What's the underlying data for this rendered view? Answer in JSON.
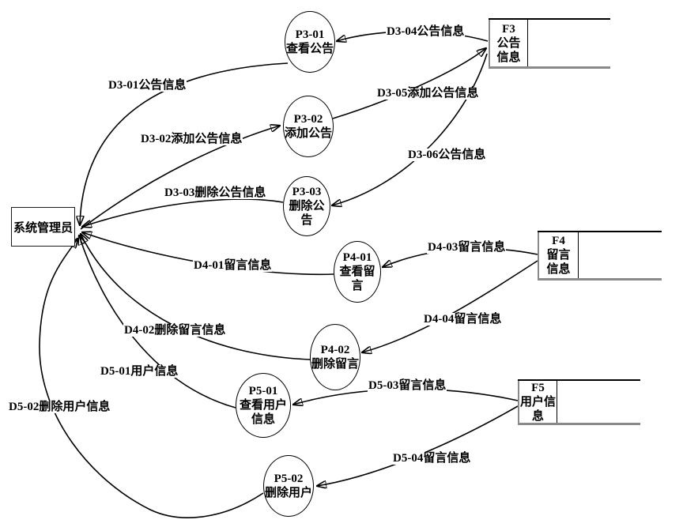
{
  "diagram": {
    "type": "data-flow-diagram",
    "entity": {
      "label": "系统管理员"
    },
    "processes": [
      {
        "id": "P3-01",
        "name": "查看公告"
      },
      {
        "id": "P3-02",
        "name": "添加公告"
      },
      {
        "id": "P3-03",
        "name": "删除公告"
      },
      {
        "id": "P4-01",
        "name": "查看留言"
      },
      {
        "id": "P4-02",
        "name": "删除留言"
      },
      {
        "id": "P5-01",
        "name": "查看用户信息"
      },
      {
        "id": "P5-02",
        "name": "删除用户"
      }
    ],
    "stores": [
      {
        "id": "F3",
        "name": "公告信息",
        "name_lines": [
          "公告",
          "信息"
        ]
      },
      {
        "id": "F4",
        "name": "留言信息",
        "name_lines": [
          "留言",
          "信息"
        ]
      },
      {
        "id": "F5",
        "name": "用户信息",
        "name_lines": [
          "用户信",
          "息"
        ]
      }
    ],
    "flows": [
      {
        "id": "D3-01",
        "label": "D3-01公告信息",
        "from": "P3-01 查看公告",
        "to": "系统管理员"
      },
      {
        "id": "D3-02",
        "label": "D3-02添加公告信息",
        "from": "系统管理员",
        "to": "P3-02 添加公告"
      },
      {
        "id": "D3-03",
        "label": "D3-03删除公告信息",
        "from": "P3-03 删除公告",
        "to": "系统管理员"
      },
      {
        "id": "D3-04",
        "label": "D3-04公告信息",
        "from": "F3 公告信息",
        "to": "P3-01 查看公告"
      },
      {
        "id": "D3-05",
        "label": "D3-05添加公告信息",
        "from": "P3-02 添加公告",
        "to": "F3 公告信息"
      },
      {
        "id": "D3-06",
        "label": "D3-06公告信息",
        "from": "F3 公告信息",
        "to": "P3-03 删除公告"
      },
      {
        "id": "D4-01",
        "label": "D4-01留言信息",
        "from": "P4-01 查看留言",
        "to": "系统管理员"
      },
      {
        "id": "D4-02",
        "label": "D4-02删除留言信息",
        "from": "P4-02 删除留言",
        "to": "系统管理员"
      },
      {
        "id": "D4-03",
        "label": "D4-03留言信息",
        "from": "F4 留言信息",
        "to": "P4-01 查看留言"
      },
      {
        "id": "D4-04",
        "label": "D4-04留言信息",
        "from": "F4 留言信息",
        "to": "P4-02 删除留言"
      },
      {
        "id": "D5-01",
        "label": "D5-01用户信息",
        "from": "P5-01 查看用户信息",
        "to": "系统管理员"
      },
      {
        "id": "D5-02",
        "label": "D5-02删除用户信息",
        "from": "P5-02 删除用户",
        "to": "系统管理员"
      },
      {
        "id": "D5-03",
        "label": "D5-03留言信息",
        "from": "F5 用户信息",
        "to": "P5-01 查看用户信息"
      },
      {
        "id": "D5-04",
        "label": "D5-04留言信息",
        "from": "F5 用户信息",
        "to": "P5-02 删除用户"
      }
    ]
  }
}
